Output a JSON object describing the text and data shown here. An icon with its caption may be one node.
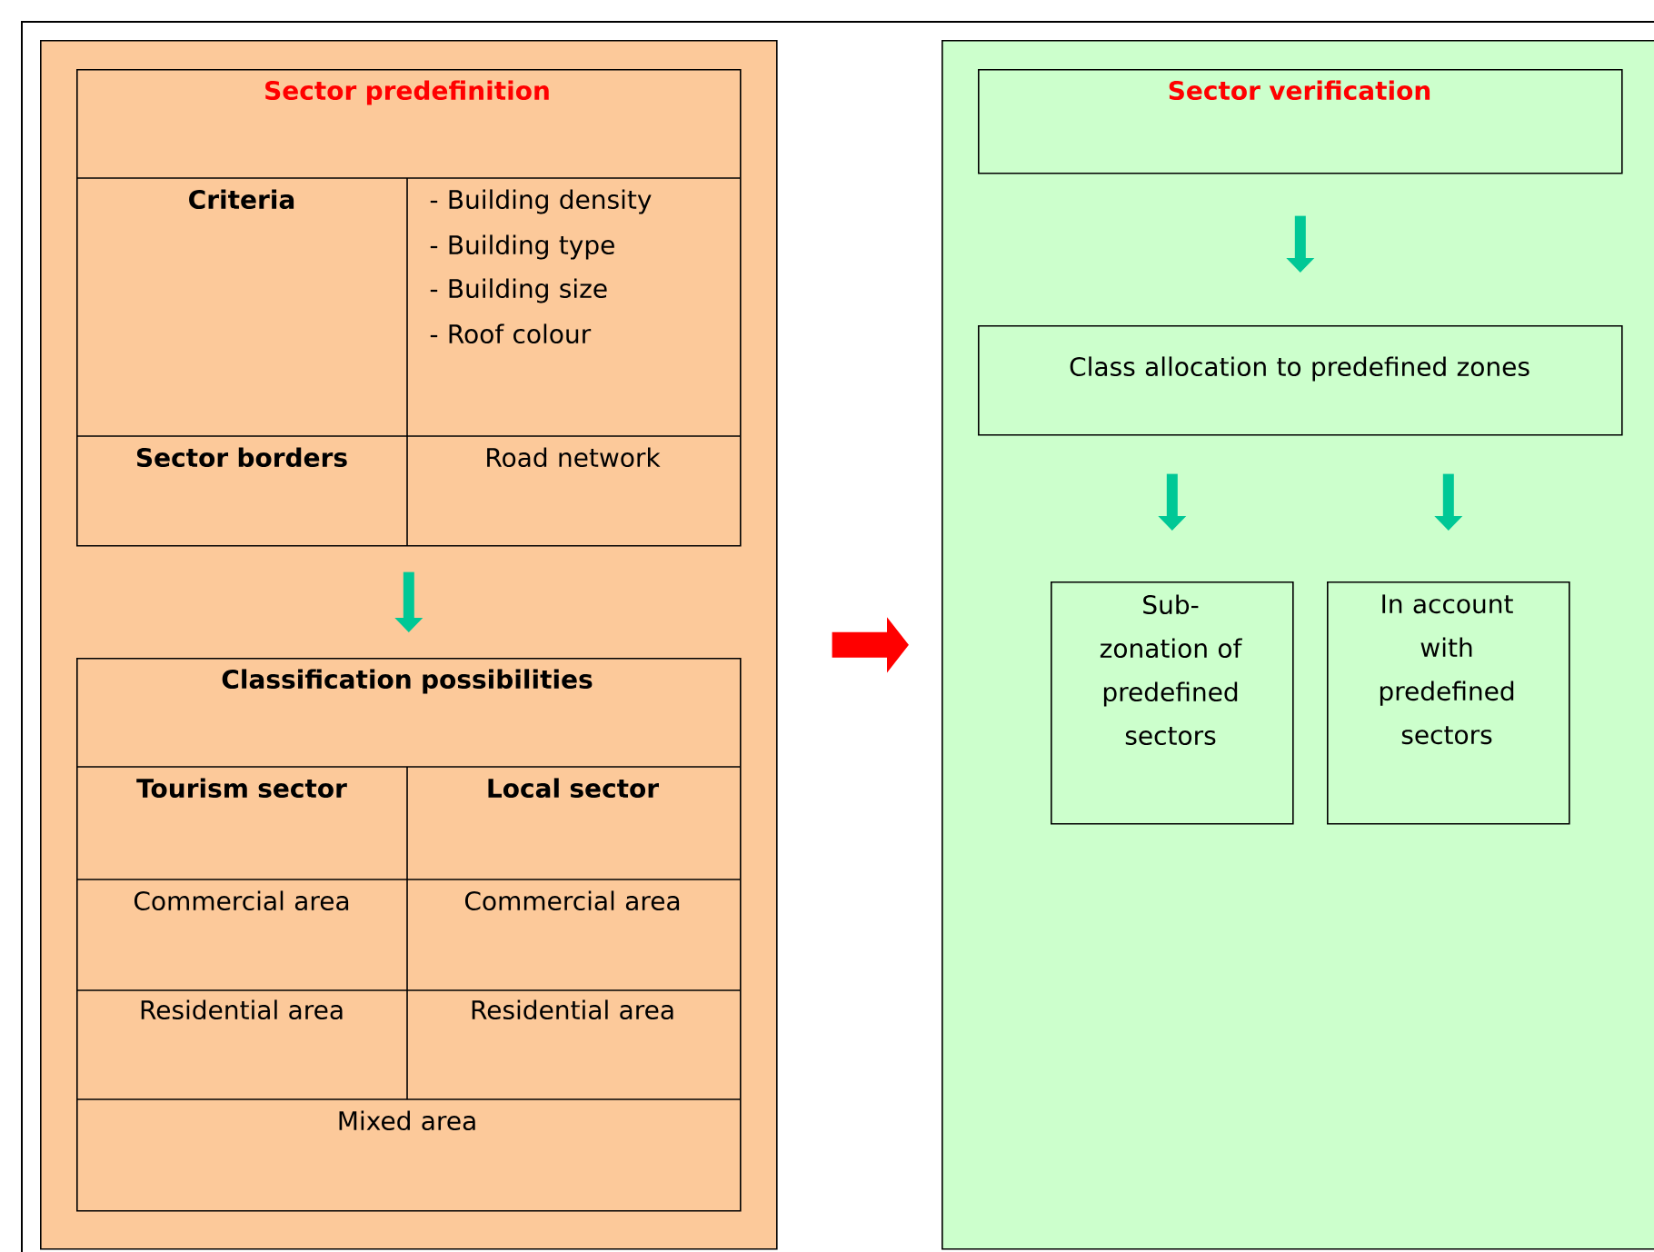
{
  "diagram": {
    "nodes": [
      {
        "text": [],
        "shape": "box"
      },
      {
        "text": [
          "Sector predefinition",
          "Criteria",
          "- Building density",
          "- Building type",
          "- Building size",
          "- Roof colour",
          "Sector borders",
          "Road network"
        ],
        "in": 0
      },
      {
        "text": [
          "Classification possibilities",
          "Tourism sector",
          "Local sector",
          "Commercial area",
          "Commercial area",
          "Residential area",
          "Residential area",
          "Mixed area"
        ],
        "in": 0
      },
      {
        "text": [],
        "shape": "box"
      },
      {
        "text": [
          "Sector verification"
        ],
        "in": 3
      },
      {
        "text": [
          "Class allocation to predefined zones"
        ],
        "in": 3
      },
      {
        "text": [
          "Sub- zonation of predefined sectors"
        ],
        "in": 3
      },
      {
        "text": [
          "In account with predefined sectors"
        ],
        "in": 3
      }
    ],
    "edges": [
      {
        "from": 1,
        "to": 2,
        "arrow": "to"
      },
      {
        "from": 0,
        "to": 3,
        "arrow": "to",
        "style": "thick",
        "color": "#ff0000"
      },
      {
        "from": 4,
        "to": 5,
        "arrow": "to"
      },
      {
        "from": 5,
        "to": 6,
        "arrow": "to"
      },
      {
        "from": 5,
        "to": 7,
        "arrow": "to"
      }
    ]
  }
}
